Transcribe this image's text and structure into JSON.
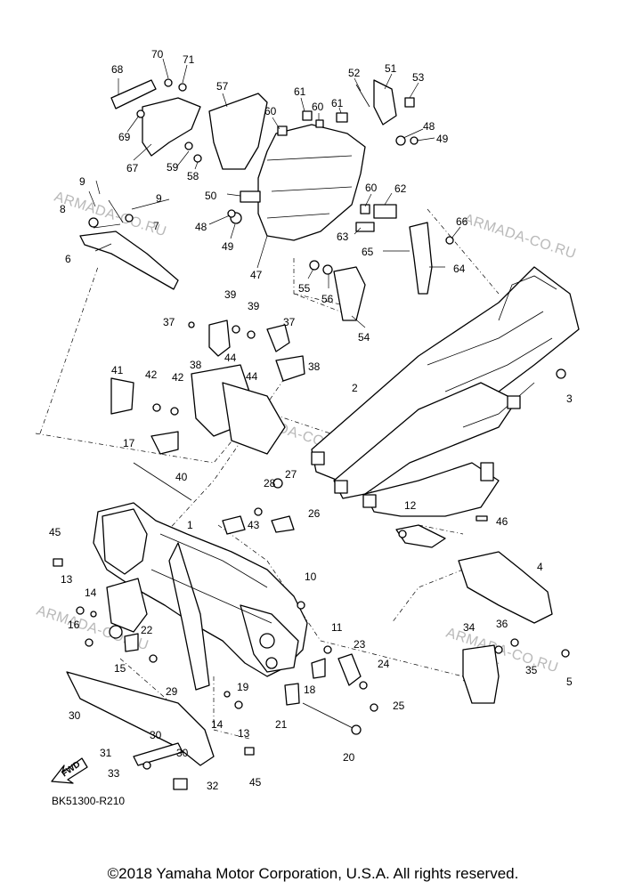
{
  "diagram": {
    "drawing_code": "BK51300-R210",
    "copyright": "©2018 Yamaha Motor Corporation, U.S.A. All rights reserved.",
    "watermark": "ARMADA-CO.RU",
    "direction_label": "FWD",
    "callouts": [
      {
        "id": "c1",
        "label": "1"
      },
      {
        "id": "c2",
        "label": "2"
      },
      {
        "id": "c3",
        "label": "3"
      },
      {
        "id": "c4",
        "label": "4"
      },
      {
        "id": "c5",
        "label": "5"
      },
      {
        "id": "c6",
        "label": "6"
      },
      {
        "id": "c7",
        "label": "7"
      },
      {
        "id": "c8",
        "label": "8"
      },
      {
        "id": "c9a",
        "label": "9"
      },
      {
        "id": "c9b",
        "label": "9"
      },
      {
        "id": "c10",
        "label": "10"
      },
      {
        "id": "c11",
        "label": "11"
      },
      {
        "id": "c12",
        "label": "12"
      },
      {
        "id": "c13a",
        "label": "13"
      },
      {
        "id": "c13b",
        "label": "13"
      },
      {
        "id": "c14a",
        "label": "14"
      },
      {
        "id": "c14b",
        "label": "14"
      },
      {
        "id": "c15",
        "label": "15"
      },
      {
        "id": "c16",
        "label": "16"
      },
      {
        "id": "c17",
        "label": "17"
      },
      {
        "id": "c18",
        "label": "18"
      },
      {
        "id": "c19",
        "label": "19"
      },
      {
        "id": "c20",
        "label": "20"
      },
      {
        "id": "c21",
        "label": "21"
      },
      {
        "id": "c22",
        "label": "22"
      },
      {
        "id": "c23",
        "label": "23"
      },
      {
        "id": "c24",
        "label": "24"
      },
      {
        "id": "c25",
        "label": "25"
      },
      {
        "id": "c26",
        "label": "26"
      },
      {
        "id": "c27",
        "label": "27"
      },
      {
        "id": "c28",
        "label": "28"
      },
      {
        "id": "c29",
        "label": "29"
      },
      {
        "id": "c30a",
        "label": "30"
      },
      {
        "id": "c30b",
        "label": "30"
      },
      {
        "id": "c30c",
        "label": "30"
      },
      {
        "id": "c31",
        "label": "31"
      },
      {
        "id": "c32",
        "label": "32"
      },
      {
        "id": "c33",
        "label": "33"
      },
      {
        "id": "c34",
        "label": "34"
      },
      {
        "id": "c35",
        "label": "35"
      },
      {
        "id": "c36",
        "label": "36"
      },
      {
        "id": "c37a",
        "label": "37"
      },
      {
        "id": "c37b",
        "label": "37"
      },
      {
        "id": "c38a",
        "label": "38"
      },
      {
        "id": "c38b",
        "label": "38"
      },
      {
        "id": "c39a",
        "label": "39"
      },
      {
        "id": "c39b",
        "label": "39"
      },
      {
        "id": "c40",
        "label": "40"
      },
      {
        "id": "c41",
        "label": "41"
      },
      {
        "id": "c42a",
        "label": "42"
      },
      {
        "id": "c42b",
        "label": "42"
      },
      {
        "id": "c43",
        "label": "43"
      },
      {
        "id": "c44a",
        "label": "44"
      },
      {
        "id": "c44b",
        "label": "44"
      },
      {
        "id": "c45a",
        "label": "45"
      },
      {
        "id": "c45b",
        "label": "45"
      },
      {
        "id": "c46",
        "label": "46"
      },
      {
        "id": "c47",
        "label": "47"
      },
      {
        "id": "c48a",
        "label": "48"
      },
      {
        "id": "c48b",
        "label": "48"
      },
      {
        "id": "c49a",
        "label": "49"
      },
      {
        "id": "c49b",
        "label": "49"
      },
      {
        "id": "c50",
        "label": "50"
      },
      {
        "id": "c51",
        "label": "51"
      },
      {
        "id": "c52",
        "label": "52"
      },
      {
        "id": "c53",
        "label": "53"
      },
      {
        "id": "c54",
        "label": "54"
      },
      {
        "id": "c55",
        "label": "55"
      },
      {
        "id": "c56",
        "label": "56"
      },
      {
        "id": "c57",
        "label": "57"
      },
      {
        "id": "c58",
        "label": "58"
      },
      {
        "id": "c59",
        "label": "59"
      },
      {
        "id": "c60a",
        "label": "60"
      },
      {
        "id": "c60b",
        "label": "60"
      },
      {
        "id": "c60c",
        "label": "60"
      },
      {
        "id": "c61a",
        "label": "61"
      },
      {
        "id": "c61b",
        "label": "61"
      },
      {
        "id": "c62",
        "label": "62"
      },
      {
        "id": "c63",
        "label": "63"
      },
      {
        "id": "c64",
        "label": "64"
      },
      {
        "id": "c65",
        "label": "65"
      },
      {
        "id": "c66",
        "label": "66"
      },
      {
        "id": "c67",
        "label": "67"
      },
      {
        "id": "c68",
        "label": "68"
      },
      {
        "id": "c69",
        "label": "69"
      },
      {
        "id": "c70",
        "label": "70"
      },
      {
        "id": "c71",
        "label": "71"
      }
    ]
  }
}
